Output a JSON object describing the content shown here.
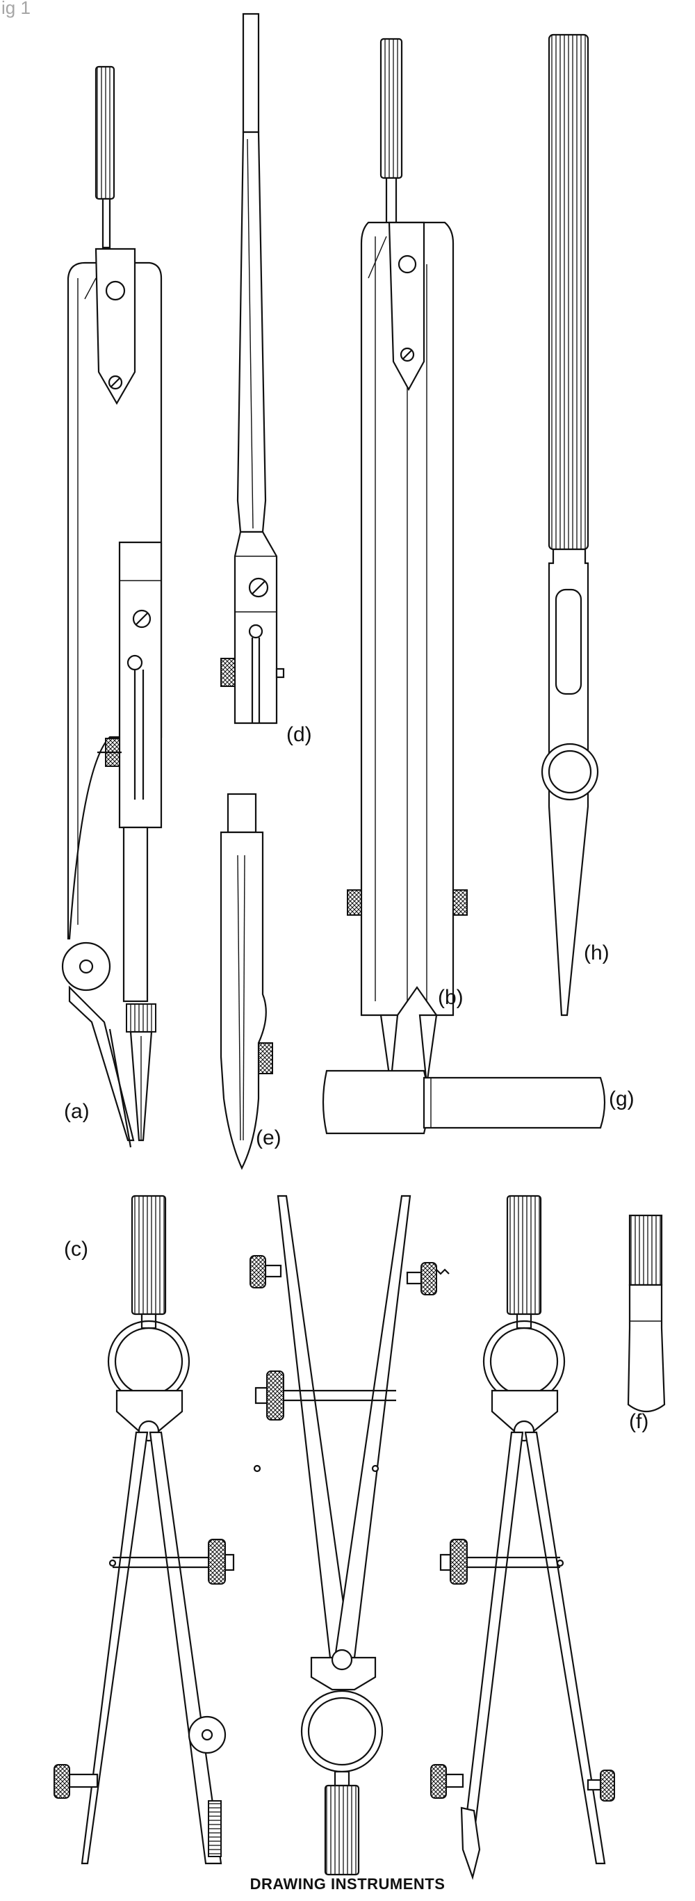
{
  "figure_tag": "ig 1",
  "caption": "DRAWING INSTRUMENTS",
  "labels": {
    "a": "(a)",
    "b": "(b)",
    "c": "(c)",
    "d": "(d)",
    "e": "(e)",
    "f": "(f)",
    "g": "(g)",
    "h": "(h)"
  }
}
